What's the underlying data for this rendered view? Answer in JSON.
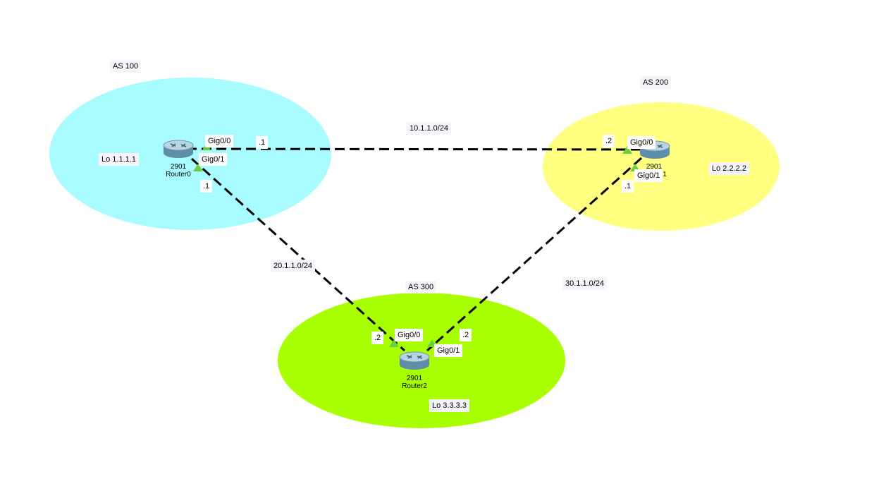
{
  "areas": [
    {
      "id": "as100",
      "label": "AS 100",
      "loopback": "Lo 1.1.1.1",
      "color": "#a8fbff"
    },
    {
      "id": "as200",
      "label": "AS 200",
      "loopback": "Lo 2.2.2.2",
      "color": "#ffff80"
    },
    {
      "id": "as300",
      "label": "AS 300",
      "loopback": "Lo 3.3.3.3",
      "color": "#a8ff00"
    }
  ],
  "routers": [
    {
      "id": "r0",
      "model": "2901",
      "name": "Router0"
    },
    {
      "id": "r1",
      "model": "2901",
      "name": "Router1"
    },
    {
      "id": "r2",
      "model": "2901",
      "name": "Router2"
    }
  ],
  "links": [
    {
      "id": "l1",
      "network": "10.1.1.0/24",
      "a_if": "Gig0/0",
      "a_ip": ".1",
      "b_if": "Gig0/0",
      "b_ip": ".2"
    },
    {
      "id": "l2",
      "network": "20.1.1.0/24",
      "a_if": "Gig0/1",
      "a_ip": ".1",
      "b_if": "Gig0/0",
      "b_ip": ".2"
    },
    {
      "id": "l3",
      "network": "30.1.1.0/24",
      "a_if": "Gig0/1",
      "a_ip": ".1",
      "b_if": "Gig0/1",
      "b_ip": ".2"
    }
  ],
  "colors": {
    "link": "#000000",
    "port_indicator": "#6ccf3a"
  }
}
